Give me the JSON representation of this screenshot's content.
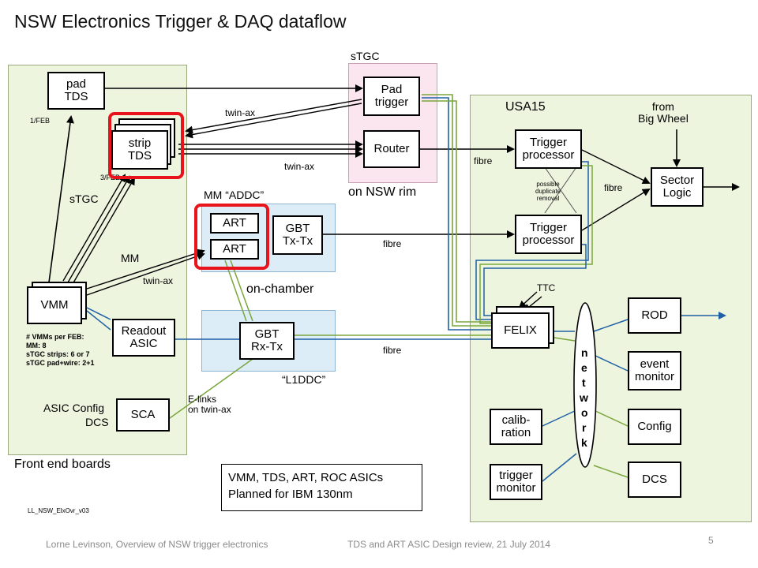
{
  "title": "NSW Electronics Trigger & DAQ dataflow",
  "front_end": {
    "label": "Front end boards",
    "pad_tds": "pad\nTDS",
    "per_feb_1": "1/FEB",
    "strip_tds": "strip\nTDS",
    "per_feb_3": "3/FEB",
    "stgc": "sTGC",
    "mm": "MM",
    "vmm": "VMM",
    "vmm_notes": [
      "# VMMs per FEB:",
      "MM: 8",
      "sTGC strips: 6 or 7",
      "sTGC pad+wire: 2+1"
    ],
    "readout_asic": "Readout\nASIC",
    "asic_config": "ASIC Config",
    "dcs": "DCS",
    "sca": "SCA"
  },
  "stgc_rim": {
    "label": "sTGC",
    "pad_trigger": "Pad\ntrigger",
    "router": "Router",
    "rim_label": "on NSW rim"
  },
  "addc": {
    "label": "MM “ADDC”",
    "art1": "ART",
    "art2": "ART",
    "gbt": "GBT\nTx-Tx",
    "on_chamber": "on-chamber"
  },
  "l1ddc": {
    "gbt": "GBT\nRx-Tx",
    "label": "“L1DDC”"
  },
  "links": {
    "twin_ax_1": "twin-ax",
    "twin_ax_2": "twin-ax",
    "twin_ax_3": "twin-ax",
    "fibre_1": "fibre",
    "fibre_2": "fibre",
    "fibre_3": "fibre",
    "fibre_4": "fibre",
    "elinks": "E-links\non twin-ax"
  },
  "usa15": {
    "label": "USA15",
    "from_big_wheel": "from\nBig Wheel",
    "trigger_proc_1": "Trigger\nprocessor",
    "trigger_proc_2": "Trigger\nprocessor",
    "duplicate": "possible\nduplicate\nremoval",
    "sector_logic": "Sector\nLogic",
    "ttc": "TTC",
    "felix": "FELIX",
    "network": [
      "n",
      "e",
      "t",
      "w",
      "o",
      "r",
      "k"
    ],
    "rod": "ROD",
    "event_monitor": "event\nmonitor",
    "config": "Config",
    "dcs": "DCS",
    "calibration": "calib-\nration",
    "trigger_monitor": "trigger\nmonitor"
  },
  "note": {
    "line1": "VMM, TDS, ART, ROC ASICs",
    "line2": "Planned for IBM 130nm"
  },
  "doc_id": "LL_NSW_ElxOvr_v03",
  "footer": {
    "left": "Lorne Levinson, Overview of NSW trigger electronics",
    "center": "TDS and ART ASIC Design review, 21 July 2014",
    "page": "5"
  },
  "colors": {
    "front_end_bg": "#eef5df",
    "rim_bg": "#fbe6ef",
    "chamber_bg": "#dcedf8",
    "blue_line": "#1f5fa6",
    "green_line": "#7aa63c",
    "highlight": "#e8131b"
  }
}
